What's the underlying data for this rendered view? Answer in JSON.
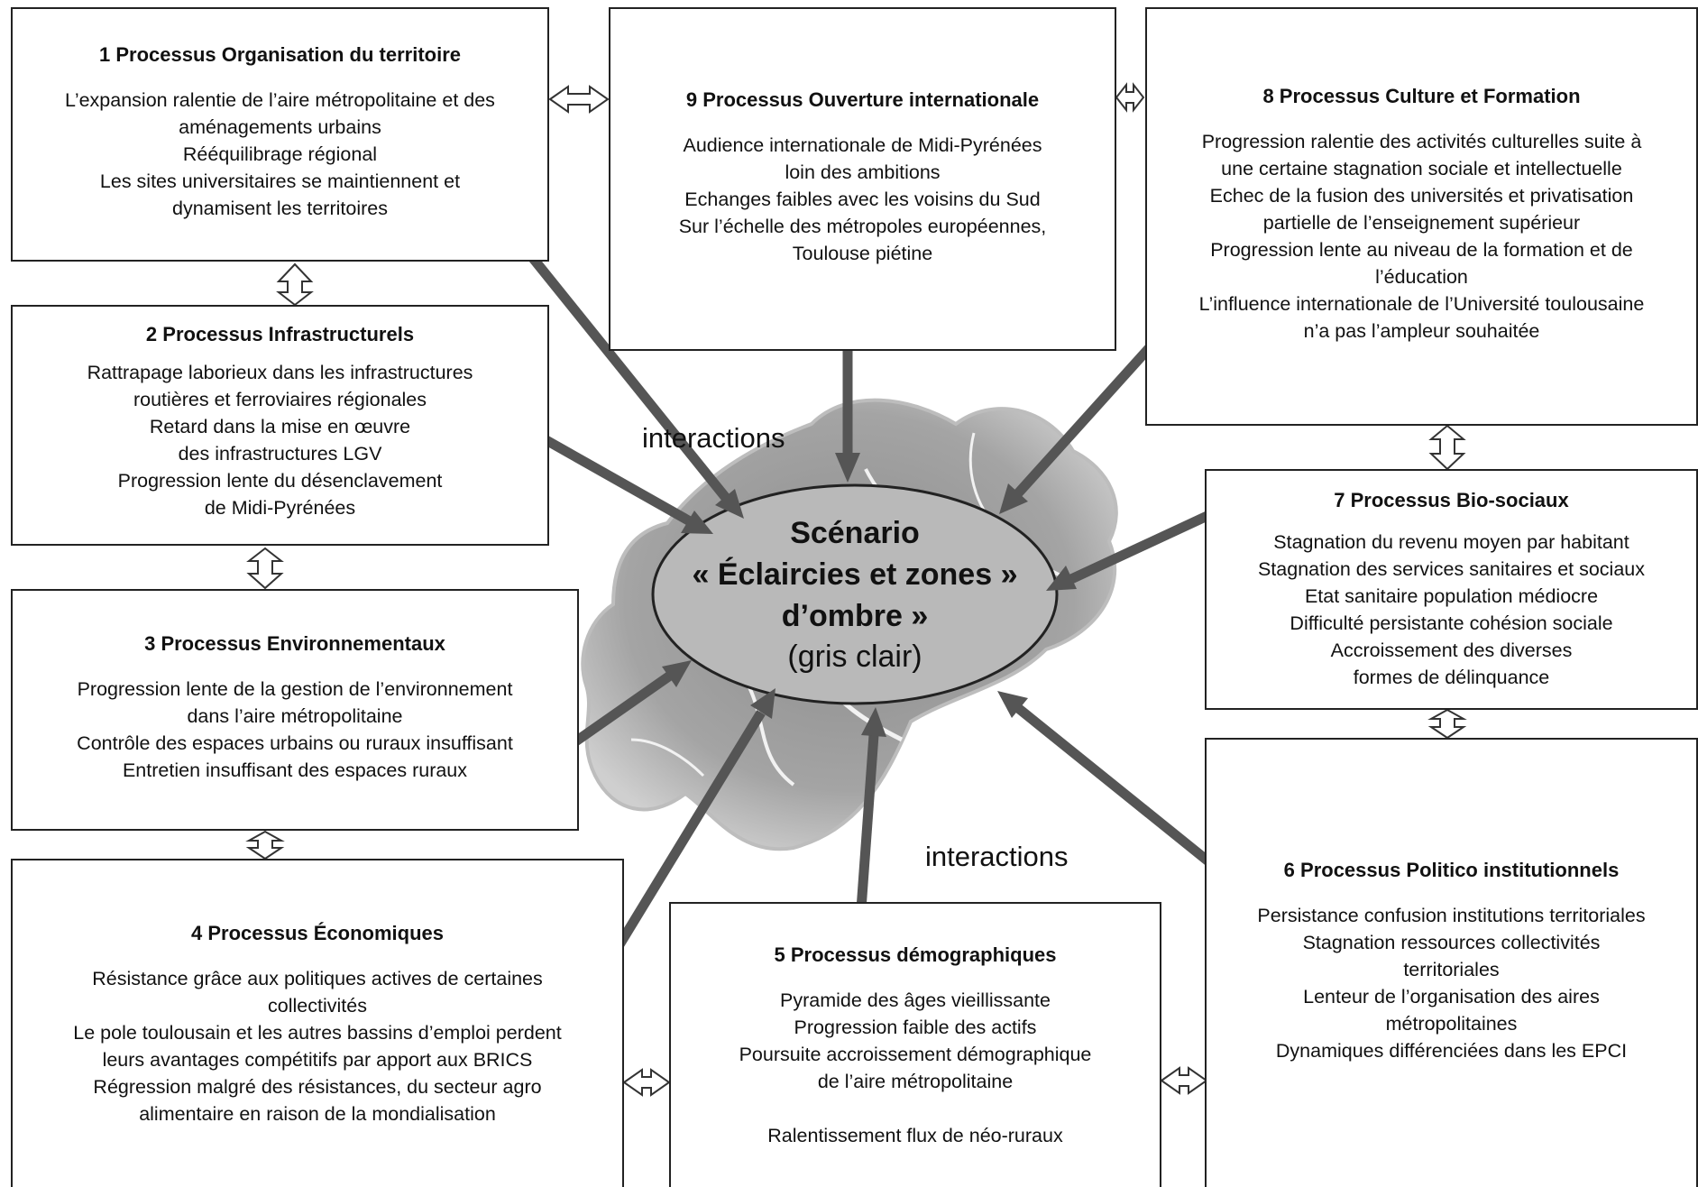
{
  "center": {
    "title_lines": [
      "Scénario",
      "« Éclaircies et zones »",
      "d’ombre »"
    ],
    "subtitle": "(gris clair)"
  },
  "interaction_labels": [
    "interactions",
    "interactions"
  ],
  "boxes": [
    {
      "title": "1 Processus Organisation du territoire",
      "lines": [
        "L’expansion ralentie de l’aire métropolitaine et des",
        "aménagements urbains",
        "Rééquilibrage régional",
        "Les sites universitaires se maintiennent et",
        "dynamisent les territoires"
      ]
    },
    {
      "title": "2 Processus Infrastructurels",
      "lines": [
        "Rattrapage laborieux dans les infrastructures",
        "routières et ferroviaires régionales",
        "Retard dans la mise en œuvre",
        "des infrastructures LGV",
        "Progression lente du désenclavement",
        "de Midi-Pyrénées"
      ]
    },
    {
      "title": "3 Processus Environnementaux",
      "lines": [
        "Progression lente de la gestion de l’environnement",
        "dans l’aire métropolitaine",
        "Contrôle des espaces urbains ou ruraux insuffisant",
        "Entretien insuffisant des espaces ruraux"
      ]
    },
    {
      "title": "4 Processus Économiques",
      "lines": [
        "Résistance grâce aux politiques actives de certaines",
        "collectivités",
        "Le pole toulousain et les autres bassins d’emploi perdent",
        "leurs avantages compétitifs par apport aux BRICS",
        "Régression malgré des résistances, du secteur agro",
        "alimentaire en raison de la mondialisation"
      ]
    },
    {
      "title": "5 Processus démographiques",
      "lines": [
        "Pyramide des âges vieillissante",
        "Progression faible des actifs",
        "Poursuite accroissement démographique",
        "de l’aire métropolitaine",
        "",
        "Ralentissement flux de néo-ruraux"
      ]
    },
    {
      "title": "6 Processus Politico institutionnels",
      "lines": [
        "Persistance confusion institutions territoriales",
        "Stagnation ressources collectivités",
        "territoriales",
        "Lenteur de l’organisation des aires",
        "métropolitaines",
        "Dynamiques différenciées dans les EPCI"
      ]
    },
    {
      "title": "7 Processus Bio-sociaux",
      "lines": [
        "Stagnation du revenu moyen par habitant",
        "Stagnation des services sanitaires et sociaux",
        "Etat sanitaire population médiocre",
        "Difficulté persistante cohésion sociale",
        "Accroissement des diverses",
        "formes de délinquance"
      ]
    },
    {
      "title": "8 Processus Culture et Formation",
      "lines": [
        "Progression ralentie des activités culturelles suite à",
        "une certaine stagnation sociale et intellectuelle",
        "Echec de la fusion des universités et privatisation",
        "partielle de l’enseignement supérieur",
        "Progression lente au niveau de la formation et de",
        "l’éducation",
        "L’influence internationale de l’Université toulousaine",
        "n’a pas l’ampleur souhaitée"
      ]
    },
    {
      "title": "9 Processus Ouverture internationale",
      "lines": [
        "Audience internationale de Midi-Pyrénées",
        "loin des ambitions",
        "Echanges faibles avec les voisins du Sud",
        "Sur l’échelle des métropoles européennes,",
        "Toulouse piétine"
      ]
    }
  ]
}
